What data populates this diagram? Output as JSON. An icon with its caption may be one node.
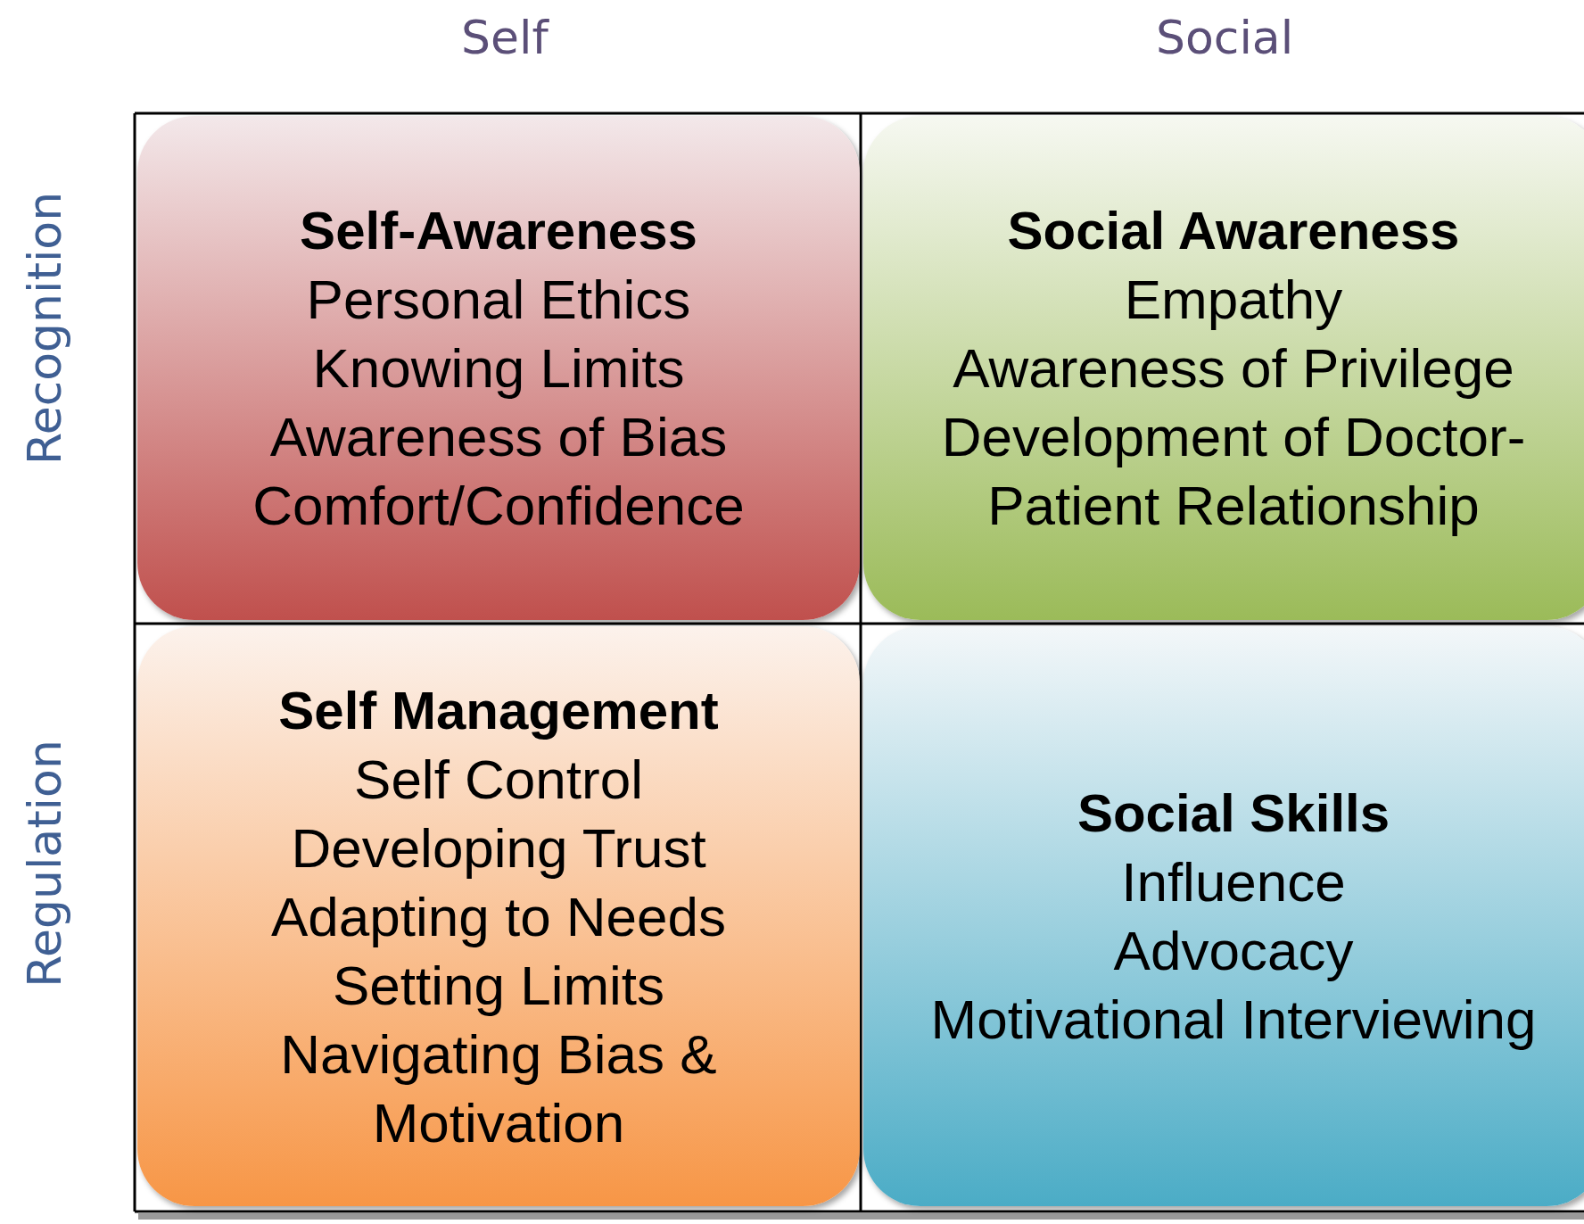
{
  "diagram": {
    "nodes": [
      {
        "text": [
          "Self-Awareness",
          "Personal Ethics",
          "Knowing Limits",
          "Awareness of Bias",
          "Comfort/Confidence"
        ]
      },
      {
        "text": [
          "Social Awareness",
          "Empathy",
          "Awareness of Privilege",
          "Development of Doctor-Patient Relationship"
        ]
      },
      {
        "text": [
          "Self Management",
          "Self Control",
          "Developing Trust",
          "Adapting to Needs",
          "Setting Limits",
          "Navigating Bias & Motivation"
        ]
      },
      {
        "text": [
          "Social Skills",
          "Influence",
          "Advocacy",
          "Motivational Interviewing"
        ]
      }
    ],
    "labels": [
      "Self",
      "Social",
      "Recognition",
      "Regulation"
    ]
  }
}
